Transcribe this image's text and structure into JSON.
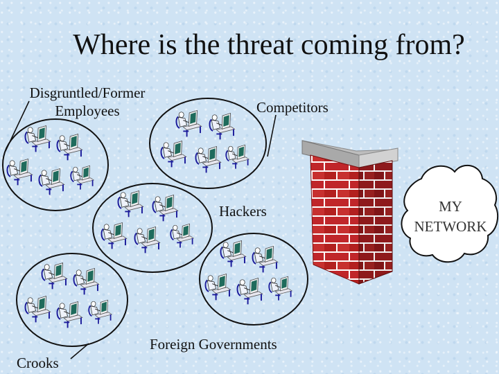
{
  "title": "Where is the threat coming from?",
  "groups": {
    "disgruntled": "Disgruntled/Former Employees",
    "competitors": "Competitors",
    "hackers": "Hackers",
    "foreign_governments": "Foreign Governments",
    "crooks": "Crooks"
  },
  "network_label": "MY NETWORK",
  "icons": {
    "person_at_computer": "person-at-computer-icon",
    "firewall": "brick-wall-icon",
    "network": "cloud-icon"
  },
  "colors": {
    "background": "#cfe3f4",
    "brick": "#c0262a",
    "mortar": "#ffffff",
    "wall_cap": "#bdbdbd",
    "monitor_screen": "#1f6b5c",
    "desk_leg": "#1a1a9a"
  }
}
